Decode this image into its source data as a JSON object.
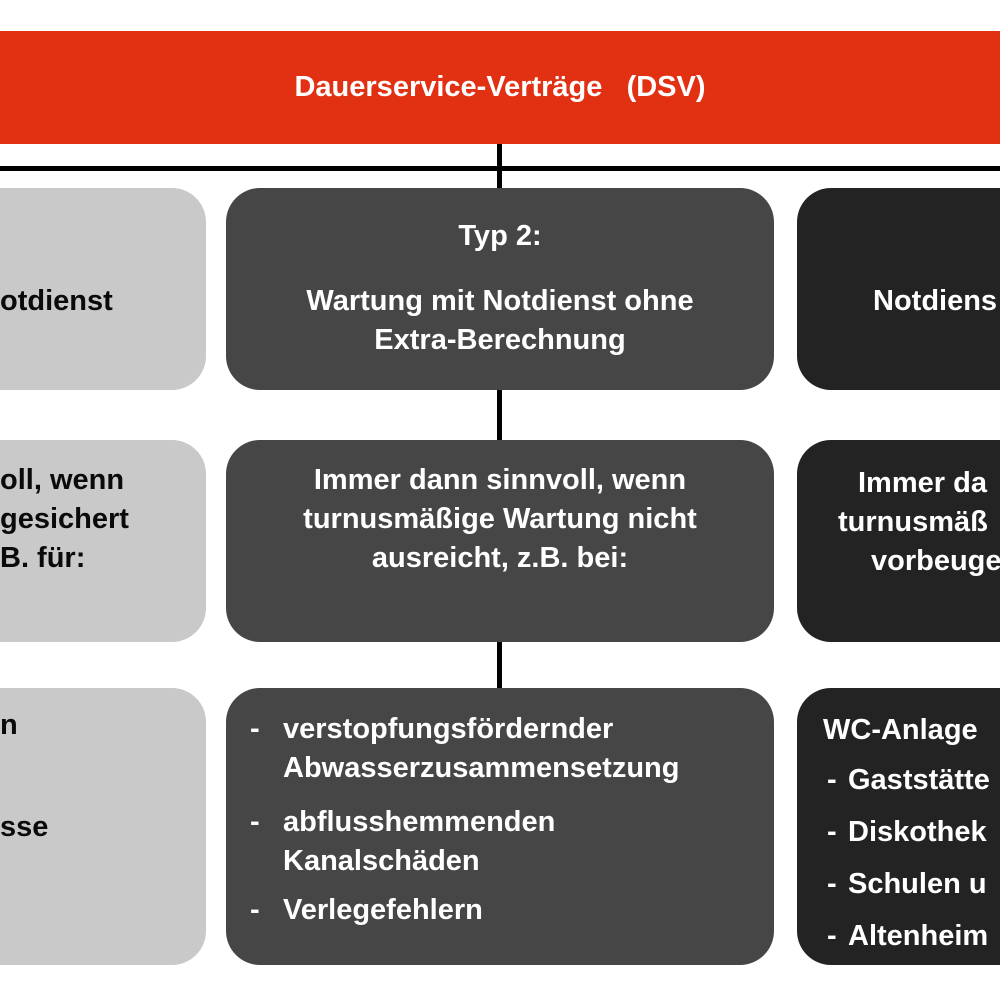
{
  "header": {
    "title": "Dauerservice-Verträge   (DSV)"
  },
  "colors": {
    "accent_red": "#E13012",
    "box_light": "#C9C9C9",
    "box_mid": "#464646",
    "box_dark": "#232323",
    "line_color": "#000000",
    "text_light": "#FFFFFF",
    "text_dark": "#0A0A0A"
  },
  "left_col": {
    "row1": {
      "text": "otdienst"
    },
    "row2": {
      "lines": [
        "oll, wenn",
        "gesichert",
        "B. für:"
      ]
    },
    "row3": {
      "lines": [
        "n",
        "sse"
      ]
    }
  },
  "mid_col": {
    "row1": {
      "title": "Typ 2:",
      "body": "Wartung mit Notdienst ohne\nExtra-Berechnung"
    },
    "row2": {
      "text": "Immer dann sinnvoll, wenn\nturnusmäßige Wartung nicht\nausreicht, z.B. bei:"
    },
    "row3": {
      "items": [
        {
          "bullet": "-",
          "text": "verstopfungsfördernder\nAbwasserzusammensetzung"
        },
        {
          "bullet": "-",
          "text": "abflusshemmenden\nKanalschäden"
        },
        {
          "bullet": "-",
          "text": "Verlegefehlern"
        }
      ]
    }
  },
  "right_col": {
    "row1": {
      "text": "Notdiens"
    },
    "row2": {
      "lines": [
        "Immer da",
        "turnusmäß",
        "vorbeuge"
      ]
    },
    "row3": {
      "heading": "WC-Anlage",
      "items": [
        {
          "bullet": "-",
          "text": "Gaststätte"
        },
        {
          "bullet": "-",
          "text": "Diskothek"
        },
        {
          "bullet": "-",
          "text": "Schulen u"
        },
        {
          "bullet": "-",
          "text": "Altenheim"
        }
      ]
    }
  }
}
